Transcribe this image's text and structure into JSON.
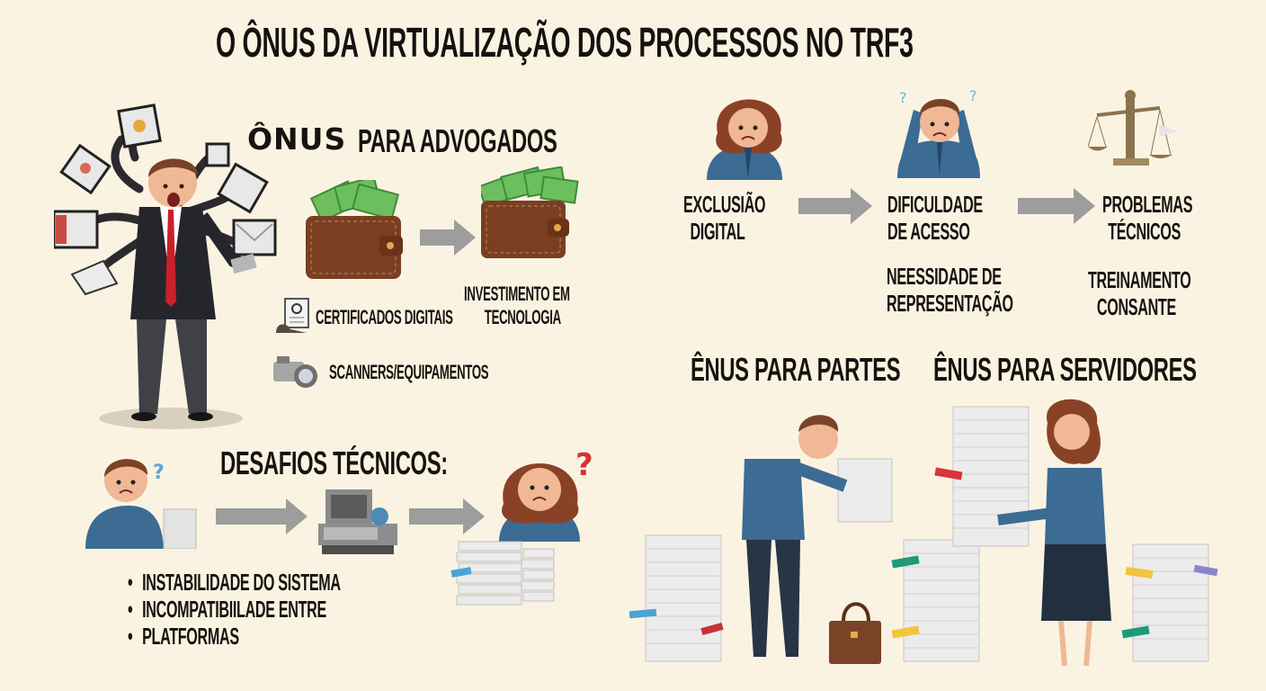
{
  "title": "O ÔNUS DA VIRTUALIZAÇÃO DOS PROCESSOS NO TRF3",
  "advogados": {
    "heading_bold": "ÔNUS",
    "heading_rest": "PARA ADVOGADOS",
    "investimento": [
      "INVESTIMENTO EM",
      "TECNOLOGIA"
    ],
    "certificados": "CERTIFICADOS DIGITAIS",
    "scanners": "SCANNERS/EQUIPAMENTOS"
  },
  "desafios": {
    "heading": "DESAFIOS TÉCNICOS:",
    "bullets": [
      "INSTABILIDADE DO SISTEMA",
      "INCOMPATIBIILADE ENTRE",
      "PLATFORMAS"
    ]
  },
  "flow": {
    "steps": [
      {
        "lines": [
          "EXCLUSIÃO",
          "DIGITAL"
        ]
      },
      {
        "lines": [
          "DIFICULDADE",
          "DE ACESSO"
        ],
        "sub": [
          "NEESSIDADE DE",
          "REPRESENTAÇÃO"
        ]
      },
      {
        "lines": [
          "PROBLEMAS",
          "TÉCNICOS"
        ],
        "sub": [
          "TREINAMENTO",
          "CONSANTE"
        ]
      }
    ]
  },
  "partes": {
    "heading": "ÊNUS PARA PARTES"
  },
  "servidores": {
    "heading": "ÊNUS PARA SERVIDORES"
  },
  "icons": {
    "question_mark": "?",
    "colors": {
      "suit_blue": "#3c6b94",
      "tie_red": "#c9202a",
      "money_green": "#6dbf5e",
      "wallet_brown": "#7a3e22",
      "arrow_grey": "#9d9d9d",
      "background": "#fbf3e2"
    }
  }
}
